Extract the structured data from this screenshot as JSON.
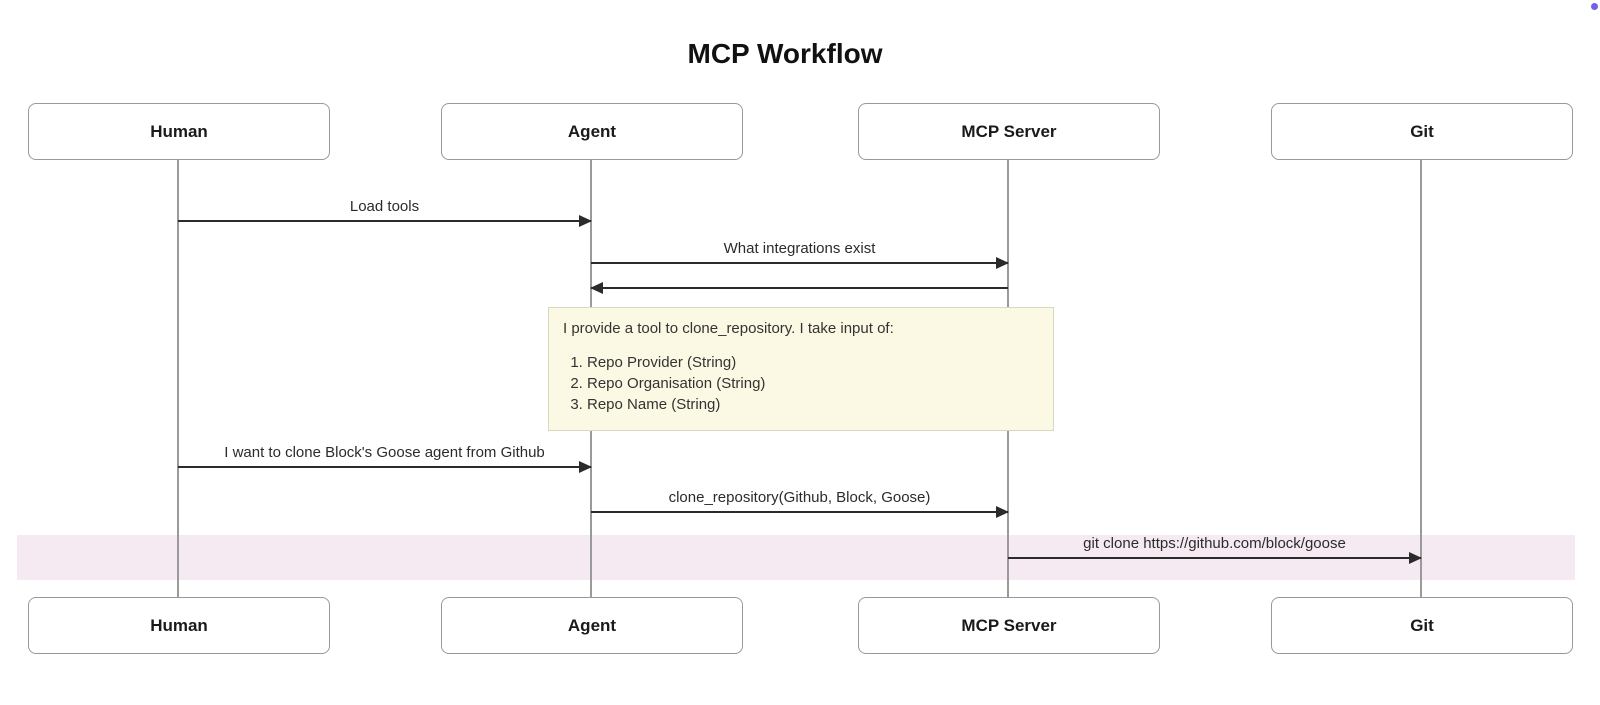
{
  "title": "MCP Workflow",
  "actors": [
    {
      "id": "human",
      "label": "Human"
    },
    {
      "id": "agent",
      "label": "Agent"
    },
    {
      "id": "mcp-server",
      "label": "MCP Server"
    },
    {
      "id": "git",
      "label": "Git"
    }
  ],
  "messages": [
    {
      "from": "Human",
      "to": "Agent",
      "label": "Load tools",
      "arrow": "solid-right"
    },
    {
      "from": "Agent",
      "to": "MCP Server",
      "label": "What integrations exist",
      "arrow": "solid-right"
    },
    {
      "from": "MCP Server",
      "to": "Agent",
      "label": "",
      "arrow": "solid-left"
    },
    {
      "from": "Human",
      "to": "Agent",
      "label": "I want to clone Block's Goose agent from Github",
      "arrow": "solid-right"
    },
    {
      "from": "Agent",
      "to": "MCP Server",
      "label": "clone_repository(Github, Block, Goose)",
      "arrow": "solid-right"
    },
    {
      "from": "MCP Server",
      "to": "Git",
      "label": "git clone https://github.com/block/goose",
      "arrow": "solid-right",
      "highlighted": true
    }
  ],
  "note": {
    "over": "Agent, MCP Server",
    "intro": "I provide a tool to clone_repository. I take input of:",
    "items": [
      "Repo Provider (String)",
      "Repo Organisation (String)",
      "Repo Name (String)"
    ]
  },
  "colors": {
    "note_background": "#fbf9e3",
    "highlight_band": "#f5eaf1",
    "actor_border": "#999999",
    "arrow": "#2b2b2b",
    "cursor_dot": "#6e62e5"
  }
}
